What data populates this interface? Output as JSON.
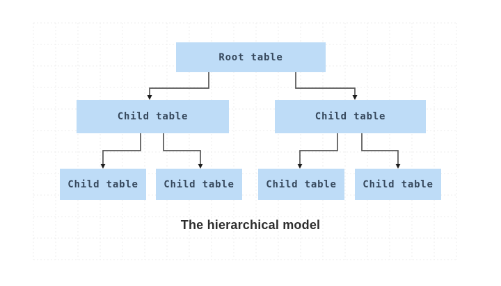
{
  "diagram": {
    "caption": "The hierarchical model",
    "root": {
      "label": "Root table"
    },
    "level2": [
      {
        "label": "Child table"
      },
      {
        "label": "Child table"
      }
    ],
    "level3": [
      {
        "label": "Child table"
      },
      {
        "label": "Child table"
      },
      {
        "label": "Child table"
      },
      {
        "label": "Child table"
      }
    ],
    "colors": {
      "box_fill": "#bedcf7",
      "box_text": "#36485c",
      "connector": "#565656",
      "arrowhead": "#1c1c1c",
      "grid_line": "#ececec",
      "caption_text": "#2d2d2d",
      "background": "#ffffff"
    }
  }
}
